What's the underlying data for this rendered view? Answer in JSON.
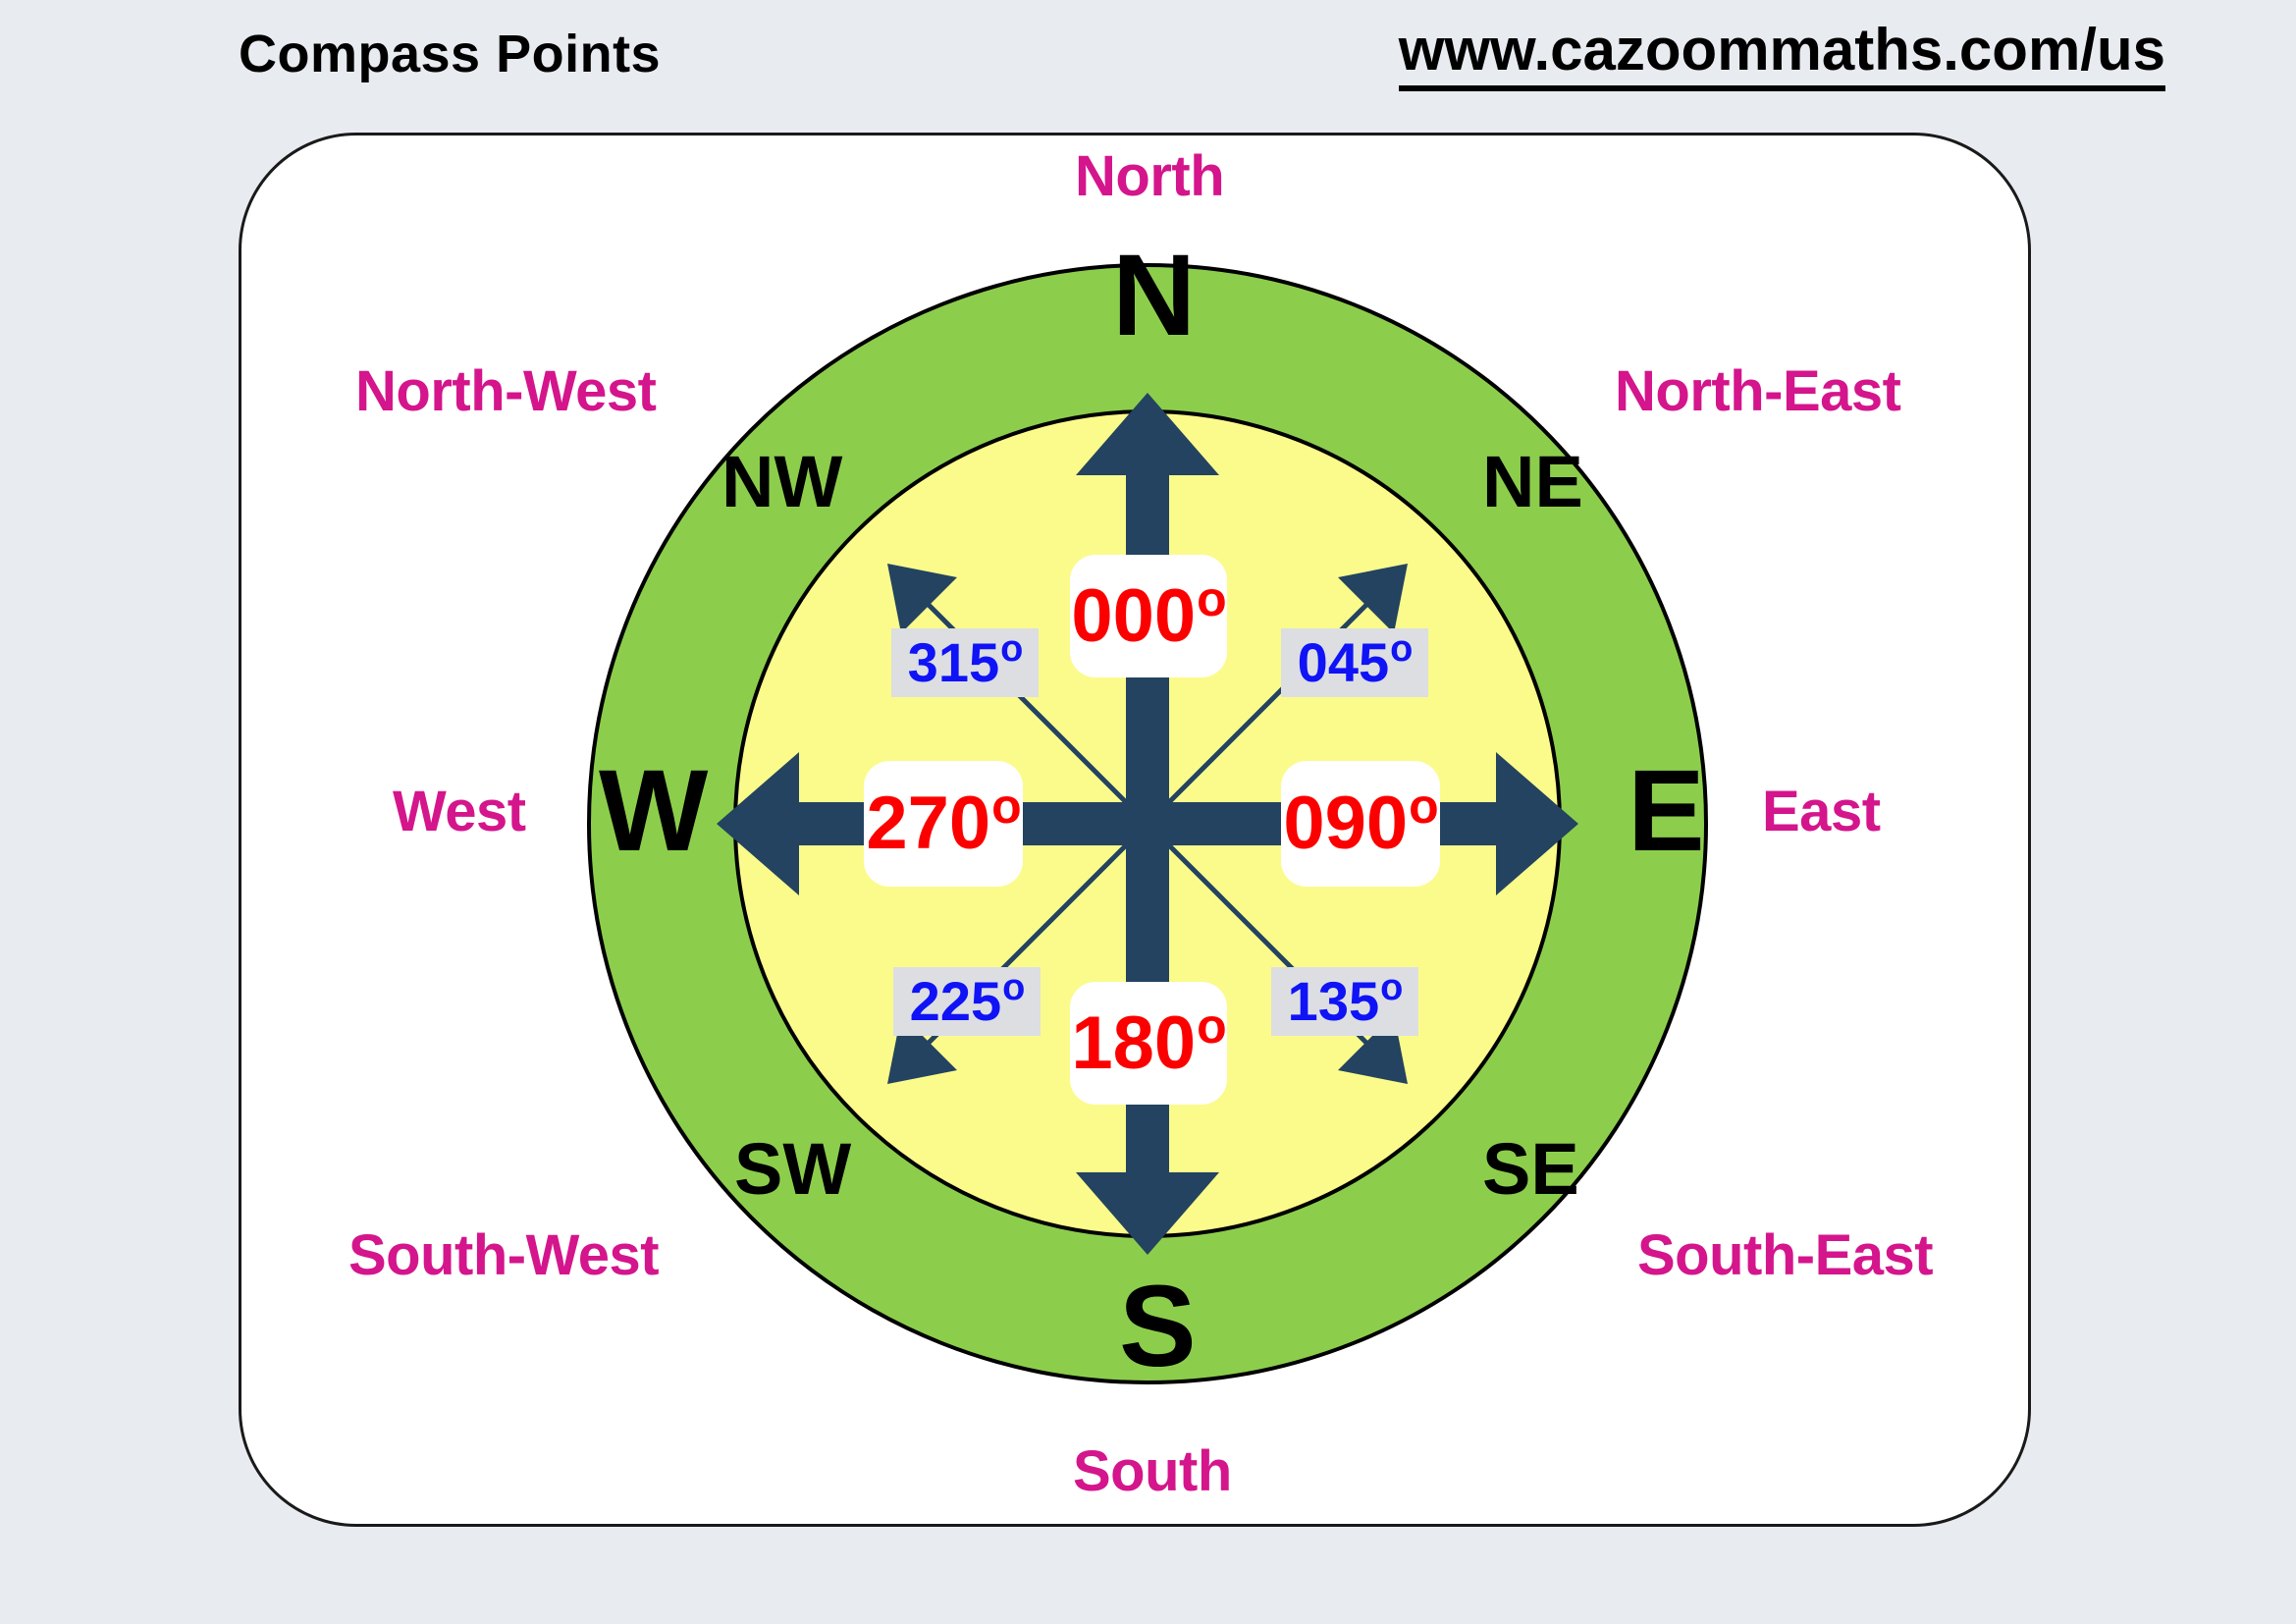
{
  "header": {
    "title": "Compass Points",
    "url": "www.cazoommaths.com/us"
  },
  "colors": {
    "background": "#e8ebf0",
    "panel": "#ffffff",
    "outer_ring": "#8cce4c",
    "inner_disc": "#fbfb8c",
    "arrow": "#234360",
    "outer_label_text": "#d4158c",
    "ring_letter_text": "#000000",
    "main_bearing_text": "#fc0000",
    "sub_bearing_text": "#0f13f5",
    "sub_bearing_chip": "#dcdee2",
    "main_bearing_chip": "#ffffff",
    "stroke": "#000000"
  },
  "compass": {
    "outer_labels": {
      "north": "North",
      "north_east": "North-East",
      "east": "East",
      "south_east": "South-East",
      "south": "South",
      "south_west": "South-West",
      "west": "West",
      "north_west": "North-West"
    },
    "ring_letters": {
      "n": "N",
      "ne": "NE",
      "e": "E",
      "se": "SE",
      "s": "S",
      "sw": "SW",
      "w": "W",
      "nw": "NW"
    },
    "bearings_main": {
      "north": {
        "value": "000",
        "degree_symbol": "o"
      },
      "east": {
        "value": "090",
        "degree_symbol": "o"
      },
      "south": {
        "value": "180",
        "degree_symbol": "o"
      },
      "west": {
        "value": "270",
        "degree_symbol": "o"
      }
    },
    "bearings_sub": {
      "north_east": {
        "value": "045",
        "degree_symbol": "o"
      },
      "south_east": {
        "value": "135",
        "degree_symbol": "o"
      },
      "south_west": {
        "value": "225",
        "degree_symbol": "o"
      },
      "north_west": {
        "value": "315",
        "degree_symbol": "o"
      }
    }
  },
  "chart_data": {
    "type": "diagram",
    "title": "Compass Points",
    "description": "Compass rose showing eight compass points with their three-figure bearings",
    "categories": [
      "North",
      "North-East",
      "East",
      "South-East",
      "South",
      "South-West",
      "West",
      "North-West"
    ],
    "abbreviations": [
      "N",
      "NE",
      "E",
      "SE",
      "S",
      "SW",
      "W",
      "NW"
    ],
    "bearings": [
      "000",
      "045",
      "090",
      "135",
      "180",
      "225",
      "270",
      "315"
    ],
    "bearing_degrees": [
      0,
      45,
      90,
      135,
      180,
      225,
      270,
      315
    ],
    "emphasis": [
      "main",
      "sub",
      "main",
      "sub",
      "main",
      "sub",
      "main",
      "sub"
    ]
  }
}
